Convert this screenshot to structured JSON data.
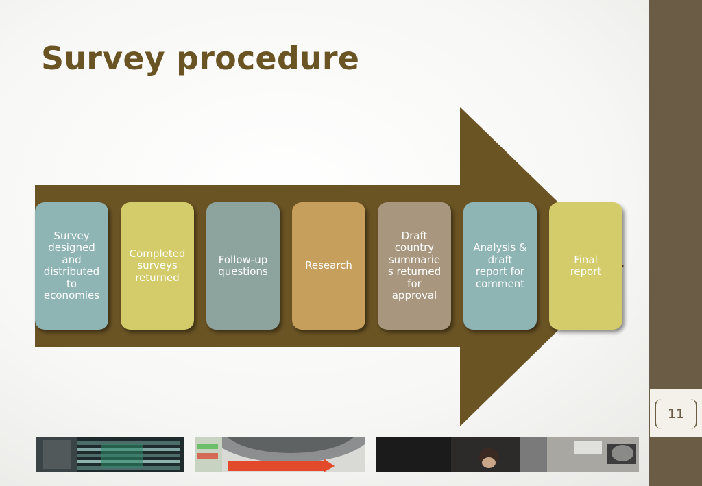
{
  "title": "Survey procedure",
  "page_number": "11",
  "colors": {
    "sidebar": "#6b5d45",
    "title": "#6b5424",
    "arrow": "#6b5424"
  },
  "steps": [
    {
      "label": "Survey\ndesigned\nand\ndistributed\nto\neconomies",
      "color": "#8fb4b4"
    },
    {
      "label": "Completed\nsurveys\nreturned",
      "color": "#d4cb6a"
    },
    {
      "label": "Follow-up\nquestions",
      "color": "#8da39d"
    },
    {
      "label": "Research",
      "color": "#c79f5c"
    },
    {
      "label": "Draft\ncountry\nsummarie\ns returned\nfor\napproval",
      "color": "#a8977e"
    },
    {
      "label": "Analysis &\ndraft\nreport for\ncomment",
      "color": "#8fb4b4"
    },
    {
      "label": "Final\nreport",
      "color": "#d4cb6a"
    }
  ]
}
